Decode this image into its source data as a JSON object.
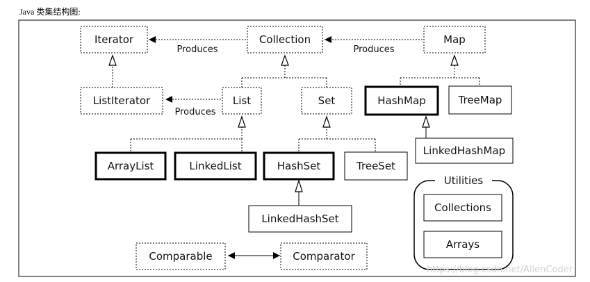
{
  "page": {
    "title": "Java 类集结构图:"
  },
  "diagram": {
    "nodes": {
      "iterator": {
        "label": "Iterator",
        "style": "dashed"
      },
      "collection": {
        "label": "Collection",
        "style": "dashed"
      },
      "map": {
        "label": "Map",
        "style": "dashed"
      },
      "list_iterator": {
        "label": "ListIterator",
        "style": "dashed"
      },
      "list": {
        "label": "List",
        "style": "dashed"
      },
      "set": {
        "label": "Set",
        "style": "dashed"
      },
      "hash_map": {
        "label": "HashMap",
        "style": "bold"
      },
      "tree_map": {
        "label": "TreeMap",
        "style": "solid"
      },
      "linked_hash_map": {
        "label": "LinkedHashMap",
        "style": "solid"
      },
      "array_list": {
        "label": "ArrayList",
        "style": "bold"
      },
      "linked_list": {
        "label": "LinkedList",
        "style": "bold"
      },
      "hash_set": {
        "label": "HashSet",
        "style": "bold"
      },
      "tree_set": {
        "label": "TreeSet",
        "style": "solid"
      },
      "linked_hash_set": {
        "label": "LinkedHashSet",
        "style": "solid"
      },
      "comparable": {
        "label": "Comparable",
        "style": "dashed"
      },
      "comparator": {
        "label": "Comparator",
        "style": "dashed"
      },
      "collections": {
        "label": "Collections",
        "style": "solid"
      },
      "arrays": {
        "label": "Arrays",
        "style": "solid"
      }
    },
    "utilities_group": {
      "label": "Utilities"
    },
    "edge_labels": {
      "collection_produces_iterator": "Produces",
      "map_produces_collection": "Produces",
      "list_produces_list_iterator": "Produces"
    },
    "watermark": "https://blog.csdn.net/AllenCoder"
  }
}
